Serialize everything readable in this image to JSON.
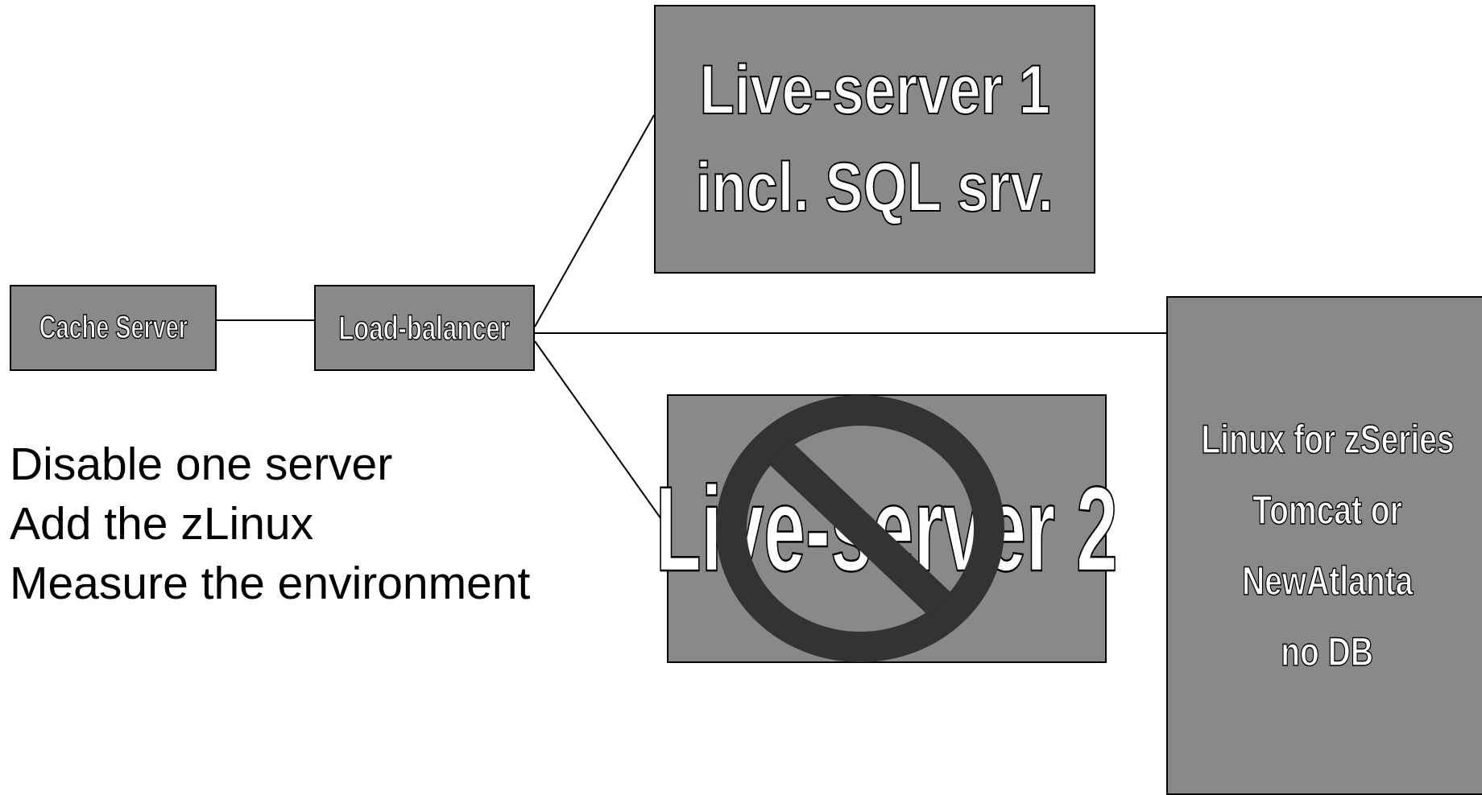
{
  "colors": {
    "box_fill": "#898989",
    "box_border": "#000000",
    "box_text": "#ffffff",
    "text_outline": "#000000",
    "connector": "#000000",
    "prohibit_sign": "#333333"
  },
  "nodes": {
    "cache_server": {
      "label": "Cache Server"
    },
    "load_balancer": {
      "label": "Load-balancer"
    },
    "live_server_1": {
      "line1": "Live-server 1",
      "line2": "incl. SQL srv."
    },
    "live_server_2": {
      "label": "Live-server 2",
      "status_icon": "prohibited-icon"
    },
    "zseries": {
      "line1": "Linux for zSeries",
      "line2": "Tomcat or",
      "line3": "NewAtlanta",
      "line4": "no DB"
    }
  },
  "notes": [
    "Disable one server",
    "Add the zLinux",
    "Measure the environment"
  ],
  "connections": [
    {
      "from": "cache_server",
      "to": "load_balancer"
    },
    {
      "from": "load_balancer",
      "to": "live_server_1"
    },
    {
      "from": "load_balancer",
      "to": "zseries"
    },
    {
      "from": "load_balancer",
      "to": "live_server_2"
    }
  ]
}
